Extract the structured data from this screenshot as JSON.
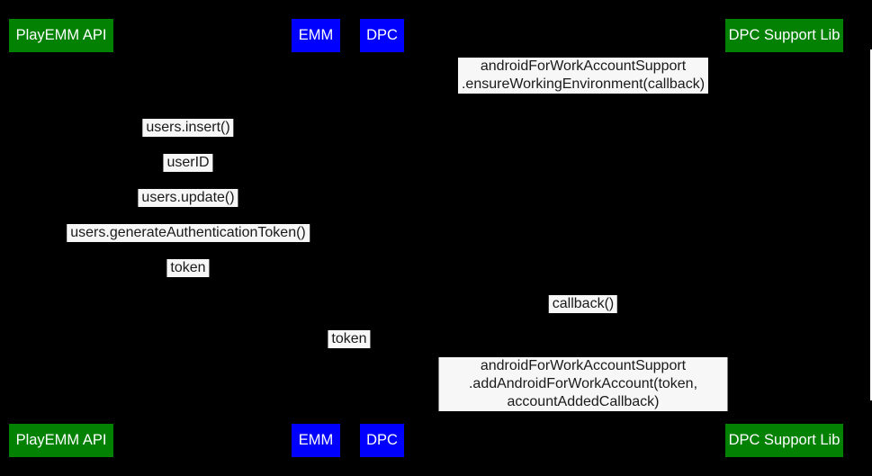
{
  "diagram": {
    "type": "sequence-diagram",
    "colors": {
      "background": "#000000",
      "actor_green": "#028102",
      "actor_blue": "#0000fe",
      "actor_text": "#ffffff",
      "message_label_bg": "#f7f7f7",
      "message_label_text": "#1a1a1a",
      "scrollbar": "#ffffff"
    },
    "actors": [
      {
        "label": "PlayEMM API"
      },
      {
        "label": "EMM"
      },
      {
        "label": "DPC"
      },
      {
        "label": "DPC Support Lib"
      }
    ],
    "messages": [
      {
        "text": "androidForWorkAccountSupport\n.ensureWorkingEnvironment(callback)"
      },
      {
        "text": "users.insert()"
      },
      {
        "text": "userID"
      },
      {
        "text": "users.update()"
      },
      {
        "text": "users.generateAuthenticationToken()"
      },
      {
        "text": "token"
      },
      {
        "text": "callback()"
      },
      {
        "text": "token"
      },
      {
        "text": "androidForWorkAccountSupport\n.addAndroidForWorkAccount(token, accountAddedCallback)"
      }
    ]
  }
}
